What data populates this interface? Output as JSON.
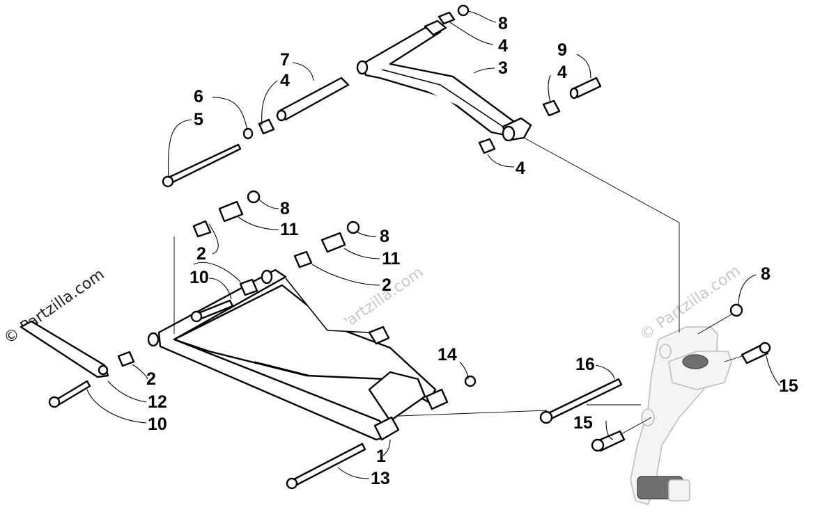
{
  "callouts": [
    {
      "id": "c8a",
      "label": "8"
    },
    {
      "id": "c4a",
      "label": "4"
    },
    {
      "id": "c3",
      "label": "3"
    },
    {
      "id": "c7",
      "label": "7"
    },
    {
      "id": "c4b",
      "label": "4"
    },
    {
      "id": "c9",
      "label": "9"
    },
    {
      "id": "c4c",
      "label": "4"
    },
    {
      "id": "c6",
      "label": "6"
    },
    {
      "id": "c5",
      "label": "5"
    },
    {
      "id": "c4d",
      "label": "4"
    },
    {
      "id": "c8b",
      "label": "8"
    },
    {
      "id": "c11a",
      "label": "11"
    },
    {
      "id": "c8c",
      "label": "8"
    },
    {
      "id": "c2a",
      "label": "2"
    },
    {
      "id": "c11b",
      "label": "11"
    },
    {
      "id": "c10a",
      "label": "10"
    },
    {
      "id": "c2b",
      "label": "2"
    },
    {
      "id": "c8d",
      "label": "8"
    },
    {
      "id": "c14",
      "label": "14"
    },
    {
      "id": "c16",
      "label": "16"
    },
    {
      "id": "c2c",
      "label": "2"
    },
    {
      "id": "c12",
      "label": "12"
    },
    {
      "id": "c10b",
      "label": "10"
    },
    {
      "id": "c15a",
      "label": "15"
    },
    {
      "id": "c15b",
      "label": "15"
    },
    {
      "id": "c1",
      "label": "1"
    },
    {
      "id": "c13",
      "label": "13"
    }
  ],
  "watermarks": {
    "main": "© Partzilla.com",
    "faint": "© Partzilla.com"
  }
}
